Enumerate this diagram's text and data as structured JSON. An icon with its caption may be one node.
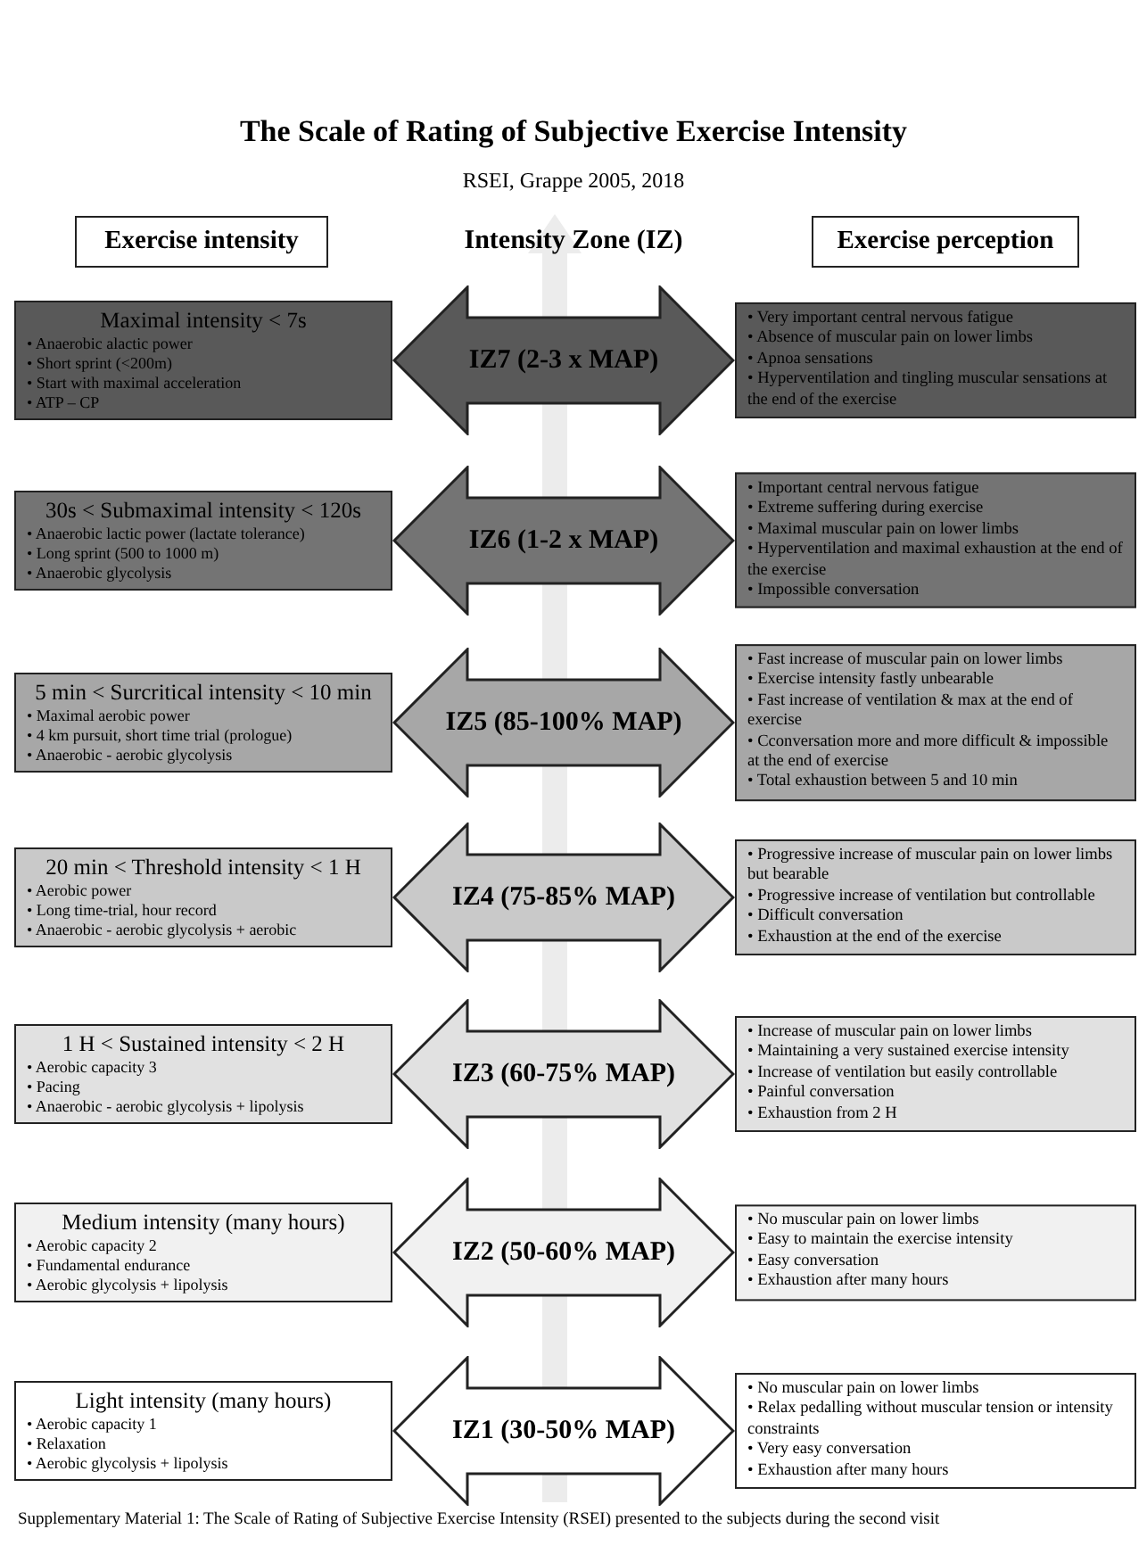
{
  "diagram": {
    "title": "The Scale of Rating of Subjective Exercise Intensity",
    "caption": "Supplementary Material 1: The Scale of Rating of Subjective Exercise Intensity (RSEI) presented to the subjects during the second visit",
    "nodes": [
      {
        "text": [
          "Exercise intensity"
        ]
      },
      {
        "text": [
          "Exercise perception"
        ]
      },
      {
        "text": [
          "Maximal intensity < 7s",
          "• Anaerobic alactic power",
          "• Short sprint (<200m)",
          "• Start with maximal acceleration",
          "• ATP – CP"
        ]
      },
      {
        "text": [
          "• Very important central nervous fatigue",
          "• Absence of muscular pain on lower limbs",
          "• Apnoa sensations",
          "• Hyperventilation and tingling muscular sensations at the end of the exercise"
        ]
      },
      {
        "text": [
          "30s < Submaximal intensity < 120s",
          "• Anaerobic lactic power (lactate tolerance)",
          "• Long sprint (500 to 1000 m)",
          "• Anaerobic glycolysis"
        ]
      },
      {
        "text": [
          "• Important central nervous fatigue",
          "• Extreme suffering during exercise",
          "• Maximal muscular pain on lower limbs",
          "• Hyperventilation and maximal exhaustion at the end of the exercise",
          "• Impossible conversation"
        ]
      },
      {
        "text": [
          "5 min < Surcritical intensity < 10 min",
          "• Maximal aerobic power",
          "• 4 km pursuit, short time trial (prologue)",
          "• Anaerobic - aerobic glycolysis"
        ]
      },
      {
        "text": [
          "• Fast increase of muscular pain on lower limbs",
          "• Exercise intensity fastly unbearable",
          "• Fast increase of ventilation & max at the end of exercise",
          "• Cconversation more and more difficult & impossible at the end of exercise",
          "• Total exhaustion between 5 and 10 min"
        ]
      },
      {
        "text": [
          "20 min < Threshold intensity < 1 H",
          "• Aerobic power",
          "• Long time-trial, hour record",
          "• Anaerobic - aerobic glycolysis + aerobic"
        ]
      },
      {
        "text": [
          "• Progressive increase of muscular pain on lower limbs but bearable",
          "• Progressive increase of ventilation but controllable",
          "• Difficult conversation",
          "• Exhaustion at the end of the exercise"
        ]
      },
      {
        "text": [
          "1 H < Sustained intensity < 2 H",
          "• Aerobic capacity 3",
          "• Pacing",
          "• Anaerobic - aerobic glycolysis + lipolysis"
        ]
      },
      {
        "text": [
          "• Increase of muscular pain on lower limbs",
          "• Maintaining a very sustained exercise intensity",
          "• Increase of ventilation but easily controllable",
          "• Painful conversation",
          "• Exhaustion from 2 H"
        ]
      },
      {
        "text": [
          "Medium intensity (many hours)",
          "• Aerobic capacity 2",
          "• Fundamental endurance",
          "• Aerobic glycolysis + lipolysis"
        ]
      },
      {
        "text": [
          "• No muscular pain on lower limbs",
          "• Easy to maintain the exercise intensity",
          "• Easy conversation",
          "• Exhaustion after many hours"
        ]
      },
      {
        "text": [
          "Light intensity (many hours)",
          "• Aerobic capacity 1",
          "• Relaxation",
          "• Aerobic glycolysis + lipolysis"
        ]
      },
      {
        "text": [
          "• No muscular pain on lower limbs",
          "• Relax pedalling without muscular tension or intensity constraints",
          "• Very easy conversation",
          "• Exhaustion after many hours"
        ]
      }
    ],
    "edges": [
      {
        "from": 2,
        "to": 3,
        "arrow": "both",
        "label": "IZ7 (2-3 x MAP)",
        "style": "thick"
      },
      {
        "from": 4,
        "to": 5,
        "arrow": "both",
        "label": "IZ6 (1-2 x MAP)",
        "style": "thick"
      },
      {
        "from": 6,
        "to": 7,
        "arrow": "both",
        "label": "IZ5 (85-100% MAP)",
        "style": "thick"
      },
      {
        "from": 8,
        "to": 9,
        "arrow": "both",
        "label": "IZ4 (75-85% MAP)",
        "style": "thick"
      },
      {
        "from": 10,
        "to": 11,
        "arrow": "both",
        "label": "IZ3 (60-75% MAP)",
        "style": "thick"
      },
      {
        "from": 12,
        "to": 13,
        "arrow": "both",
        "label": "IZ2 (50-60% MAP)",
        "style": "thick"
      },
      {
        "from": 14,
        "to": 15,
        "arrow": "both",
        "label": "IZ1 (30-50% MAP)",
        "style": "thick"
      }
    ],
    "labels": [
      "RSEI, Grappe 2005, 2018",
      "Intensity Zone (IZ)"
    ]
  }
}
